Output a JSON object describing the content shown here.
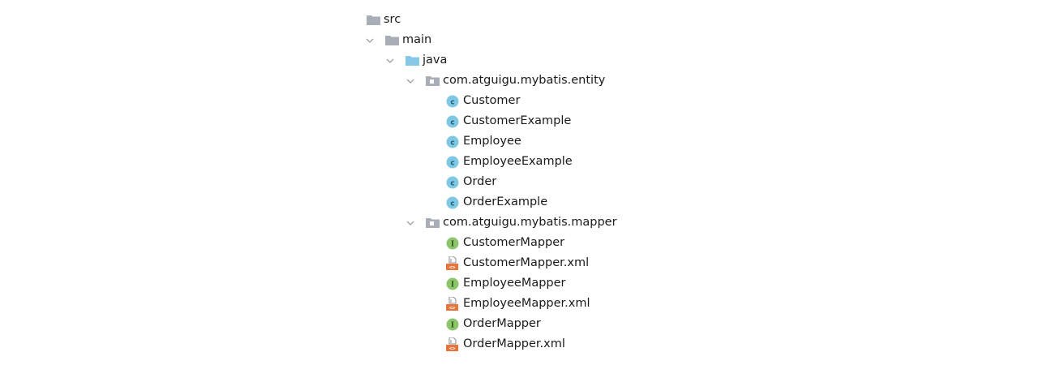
{
  "tree": {
    "root": {
      "label": "src",
      "icon": "folder-icon"
    },
    "main": {
      "label": "main",
      "icon": "folder-icon",
      "expanded": true
    },
    "java": {
      "label": "java",
      "icon": "source-folder-icon",
      "expanded": true
    },
    "packages": [
      {
        "label": "com.atguigu.mybatis.entity",
        "icon": "package-icon",
        "expanded": true,
        "children": [
          {
            "label": "Customer",
            "icon": "class-icon"
          },
          {
            "label": "CustomerExample",
            "icon": "class-icon"
          },
          {
            "label": "Employee",
            "icon": "class-icon"
          },
          {
            "label": "EmployeeExample",
            "icon": "class-icon"
          },
          {
            "label": "Order",
            "icon": "class-icon"
          },
          {
            "label": "OrderExample",
            "icon": "class-icon"
          }
        ]
      },
      {
        "label": "com.atguigu.mybatis.mapper",
        "icon": "package-icon",
        "expanded": true,
        "children": [
          {
            "label": "CustomerMapper",
            "icon": "interface-icon"
          },
          {
            "label": "CustomerMapper.xml",
            "icon": "xml-file-icon"
          },
          {
            "label": "EmployeeMapper",
            "icon": "interface-icon"
          },
          {
            "label": "EmployeeMapper.xml",
            "icon": "xml-file-icon"
          },
          {
            "label": "OrderMapper",
            "icon": "interface-icon"
          },
          {
            "label": "OrderMapper.xml",
            "icon": "xml-file-icon"
          }
        ]
      }
    ]
  },
  "colors": {
    "folder": "#a9aeb6",
    "source_folder": "#87c8e8",
    "class": "#7ec8e3",
    "interface": "#8cc56b",
    "xml": "#e8743b",
    "chevron": "#9aa0a6"
  }
}
